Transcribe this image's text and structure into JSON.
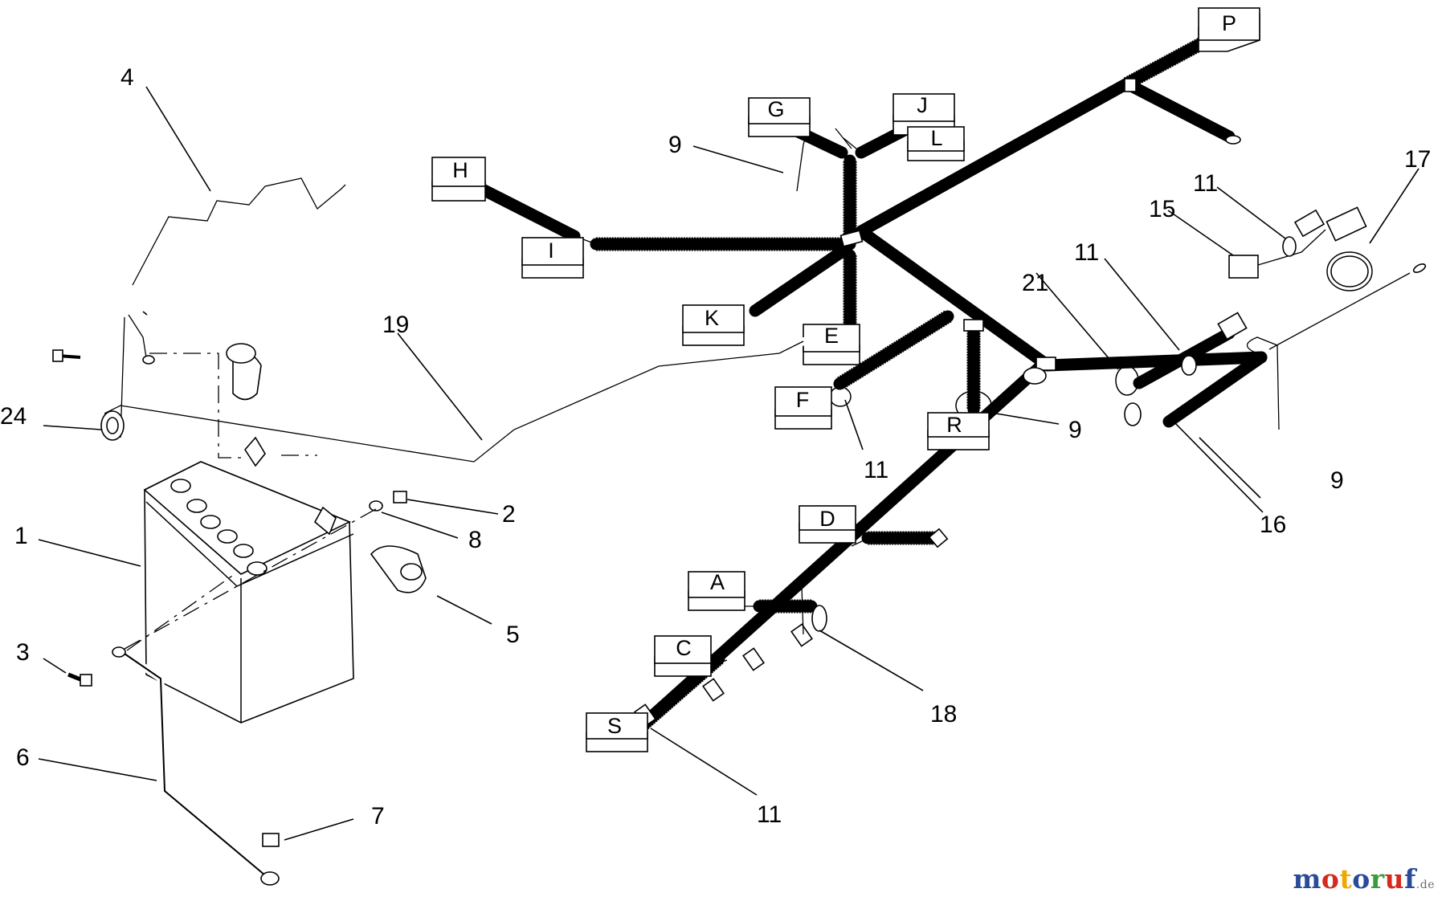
{
  "callouts": {
    "c1": "1",
    "c2": "2",
    "c3": "3",
    "c4": "4",
    "c5": "5",
    "c6": "6",
    "c7": "7",
    "c8": "8",
    "c9a": "9",
    "c9b": "9",
    "c9c": "9",
    "c11a": "11",
    "c11b": "11",
    "c11c": "11",
    "c11d": "11",
    "c15": "15",
    "c16": "16",
    "c17": "17",
    "c18": "18",
    "c19": "19",
    "c21": "21",
    "c24": "24"
  },
  "connectors": {
    "A": "A",
    "C": "C",
    "D": "D",
    "E": "E",
    "F": "F",
    "G": "G",
    "H": "H",
    "I": "I",
    "J": "J",
    "K": "K",
    "L": "L",
    "P": "P",
    "R": "R",
    "S": "S"
  },
  "watermark": {
    "m": "m",
    "o1": "o",
    "t": "t",
    "o2": "o",
    "r": "r",
    "u": "u",
    "f": "f",
    "suffix": ".de",
    "colors": [
      "#2a4a9a",
      "#d52b1e",
      "#f0a800",
      "#2a4a9a",
      "#3b9c3b",
      "#d52b1e",
      "#2a4a9a"
    ]
  }
}
